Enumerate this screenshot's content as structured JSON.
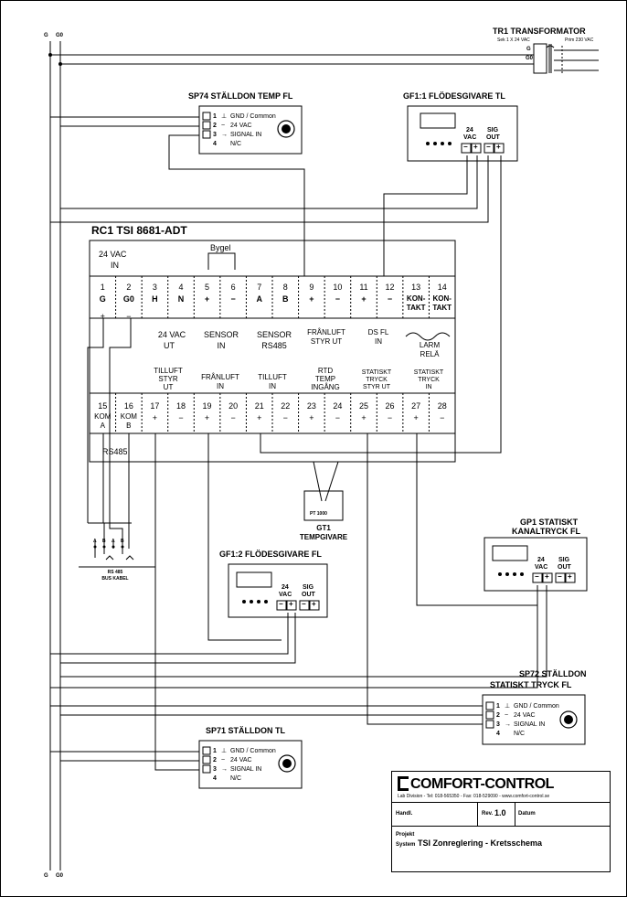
{
  "power_rails": {
    "g": "G",
    "g0": "G0"
  },
  "transformer": {
    "title": "TR1 TRANSFORMATOR",
    "sec": "Sek 1 X 24 VAC",
    "prim": "Prim 230 VAC",
    "g": "G",
    "g0": "G0"
  },
  "sp74": {
    "title": "SP74 STÄLLDON TEMP FL"
  },
  "sp71": {
    "title": "SP71 STÄLLDON TL"
  },
  "sp72": {
    "title_line1": "SP72 STÄLLDON",
    "title_line2": "STATISKT TRYCK FL"
  },
  "actuator_terminals": [
    {
      "num": "1",
      "sym": "⊥",
      "label": "GND / Common"
    },
    {
      "num": "2",
      "sym": "~",
      "label": "24 VAC"
    },
    {
      "num": "3",
      "sym": "→",
      "label": "SIGNAL IN"
    },
    {
      "num": "4",
      "sym": "",
      "label": "N/C"
    }
  ],
  "flow_sensor": {
    "vac": "24",
    "vac2": "VAC",
    "sig": "SIG",
    "sig2": "OUT",
    "minus": "−",
    "plus": "+"
  },
  "gf11": {
    "title": "GF1:1 FLÖDESGIVARE TL"
  },
  "gf12": {
    "title": "GF1:2 FLÖDESGIVARE FL"
  },
  "gp1": {
    "title_line1": "GP1 STATISKT",
    "title_line2": "KANALTRYCK FL"
  },
  "controller": {
    "title": "RC1 TSI 8681-ADT",
    "vac_in_1": "24  VAC",
    "vac_in_2": "IN",
    "bygel": "Bygel",
    "top_terminals": [
      {
        "num": "1",
        "name": "G",
        "pol": "+"
      },
      {
        "num": "2",
        "name": "G0",
        "pol": "−"
      },
      {
        "num": "3",
        "name": "H",
        "pol": ""
      },
      {
        "num": "4",
        "name": "N",
        "pol": ""
      },
      {
        "num": "5",
        "name": "+",
        "pol": ""
      },
      {
        "num": "6",
        "name": "−",
        "pol": ""
      },
      {
        "num": "7",
        "name": "A",
        "pol": ""
      },
      {
        "num": "8",
        "name": "B",
        "pol": ""
      },
      {
        "num": "9",
        "name": "+",
        "pol": ""
      },
      {
        "num": "10",
        "name": "−",
        "pol": ""
      },
      {
        "num": "11",
        "name": "+",
        "pol": ""
      },
      {
        "num": "12",
        "name": "−",
        "pol": ""
      },
      {
        "num": "13",
        "name": "KON-",
        "name2": "TAKT",
        "pol": ""
      },
      {
        "num": "14",
        "name": "KON-",
        "name2": "TAKT",
        "pol": ""
      }
    ],
    "top_groups": {
      "vac_ut_1": "24  VAC",
      "vac_ut_2": "UT",
      "sensor_in_1": "SENSOR",
      "sensor_in_2": "IN",
      "sensor_rs_1": "SENSOR",
      "sensor_rs_2": "RS485",
      "franluft_1": "FRÅNLUFT",
      "franluft_2": "STYR UT",
      "ds_1": "DS FL",
      "ds_2": "IN",
      "larm_1": "LARM",
      "larm_2": "RELÄ"
    },
    "bottom_groups": {
      "tilluft_styr_1": "TILLUFT",
      "tilluft_styr_2": "STYR",
      "tilluft_styr_3": "UT",
      "franluft_in_1": "FRÅNLUFT",
      "franluft_in_2": "IN",
      "tilluft_in_1": "TILLUFT",
      "tilluft_in_2": "IN",
      "rtd_1": "RTD",
      "rtd_2": "TEMP",
      "rtd_3": "INGÅNG",
      "stat_styr_1": "STATISKT",
      "stat_styr_2": "TRYCK",
      "stat_styr_3": "STYR UT",
      "stat_in_1": "STATISKT",
      "stat_in_2": "TRYCK",
      "stat_in_3": "IN"
    },
    "bottom_terminals": [
      {
        "num": "15",
        "name": "KOM",
        "name2": "A",
        "pol": ""
      },
      {
        "num": "16",
        "name": "KOM",
        "name2": "B",
        "pol": ""
      },
      {
        "num": "17",
        "pol": "+"
      },
      {
        "num": "18",
        "pol": "−"
      },
      {
        "num": "19",
        "pol": "+"
      },
      {
        "num": "20",
        "pol": "−"
      },
      {
        "num": "21",
        "pol": "+"
      },
      {
        "num": "22",
        "pol": "−"
      },
      {
        "num": "23",
        "pol": "+"
      },
      {
        "num": "24",
        "pol": "−"
      },
      {
        "num": "25",
        "pol": "+"
      },
      {
        "num": "26",
        "pol": "−"
      },
      {
        "num": "27",
        "pol": "+"
      },
      {
        "num": "28",
        "pol": "−"
      }
    ],
    "rs485": "RS485"
  },
  "gt1": {
    "pt": "PT 1000",
    "title_line1": "GT1",
    "title_line2": "TEMPGIVARE"
  },
  "bus": {
    "a": "A",
    "b": "B",
    "label1": "RS 485",
    "label2": "BUS KABEL"
  },
  "title_block": {
    "company": "COMFORT-CONTROL",
    "contact": "Lab Division - Tel: 018-565350 - Fax: 018-529090 - www.comfort-control.se",
    "handl": "Handl.",
    "rev_label": "Rev.",
    "rev_value": "1.0",
    "datum": "Datum",
    "projekt": "Projekt",
    "system": "System",
    "system_name": "TSI Zonreglering - Kretsschema"
  }
}
